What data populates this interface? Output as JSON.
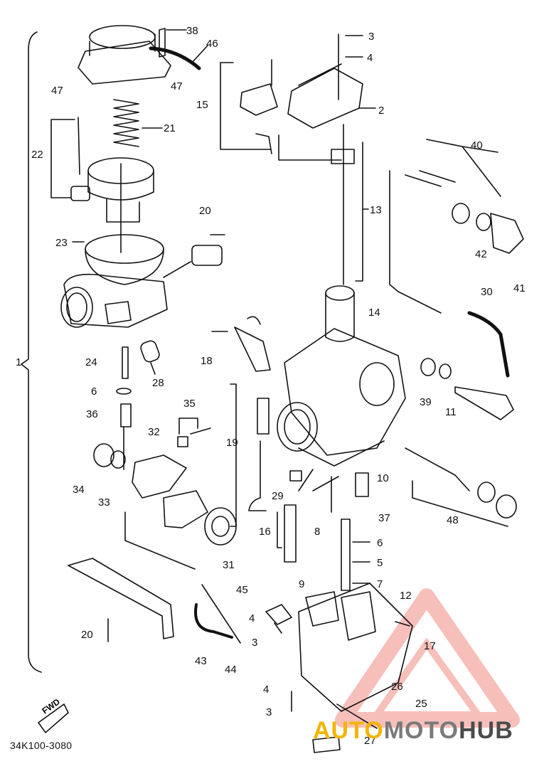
{
  "diagram": {
    "drawing_code": "34K100-3080",
    "forward_marker": "FWD",
    "watermark": {
      "part1": "AUTO",
      "part2": "MOTO",
      "part3": "HUB",
      "logo": "triangle-logo"
    },
    "callouts": [
      "38",
      "46",
      "47",
      "47",
      "21",
      "22",
      "23",
      "20",
      "24",
      "6",
      "28",
      "36",
      "35",
      "32",
      "34",
      "33",
      "31",
      "45",
      "20",
      "43",
      "44",
      "3",
      "4",
      "2",
      "15",
      "13",
      "40",
      "42",
      "41",
      "30",
      "14",
      "18",
      "19",
      "39",
      "11",
      "10",
      "29",
      "37",
      "16",
      "8",
      "6",
      "5",
      "7",
      "48",
      "9",
      "12",
      "17",
      "4",
      "3",
      "26",
      "25",
      "4",
      "3",
      "27",
      "1"
    ]
  }
}
